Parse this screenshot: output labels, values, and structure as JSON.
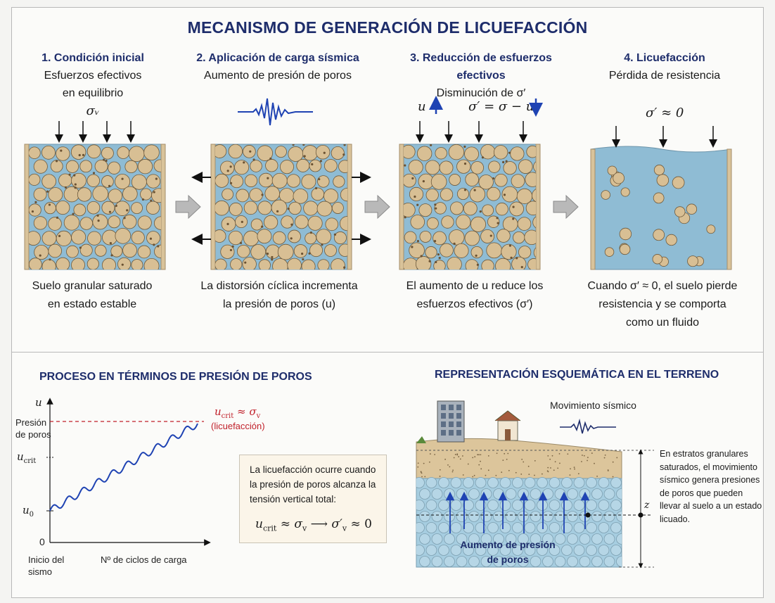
{
  "title": "MECANISMO DE GENERACIÓN DE LICUEFACCIÓN",
  "steps": [
    {
      "heading": "1. Condición inicial",
      "line1": "Esfuerzos efectivos",
      "line2": "en equilibrio",
      "symbol": "σᵥ",
      "caption1": "Suelo granular saturado",
      "caption2": "en estado estable"
    },
    {
      "heading": "2. Aplicación de carga sísmica",
      "line1": "Aumento de presión de poros",
      "caption1": "La distorsión cíclica incrementa",
      "caption2": "la presión de poros (u)"
    },
    {
      "heading": "3. Reducción de esfuerzos efectivos",
      "line1": "Disminución de σ′",
      "sym_u": "u",
      "sym_eq": "σ′ = σ − u",
      "caption1": "El aumento de u reduce los",
      "caption2": "esfuerzos efectivos (σ′)"
    },
    {
      "heading": "4. Licuefacción",
      "line1": "Pérdida de resistencia",
      "symbol": "σ′ ≈ 0",
      "caption1": "Cuando σ′ ≈ 0, el suelo pierde",
      "caption2": "resistencia y se comporta",
      "caption3": "como un fluido"
    }
  ],
  "graph": {
    "section_title": "PROCESO EN TÉRMINOS DE PRESIÓN DE POROS",
    "y_axis_symbol": "u",
    "y_label_1": "Presión",
    "y_label_2": "de poros",
    "u_crit": "ucrit",
    "u_crit_sub": "crit",
    "u_zero": "u",
    "u_zero_sub": "0",
    "zero": "0",
    "x_label_start_1": "Inicio del",
    "x_label_start_2": "sismo",
    "x_label": "Nº de ciclos de carga",
    "crit_eq_main": "u",
    "crit_eq_sub": "crit",
    "crit_eq_rest": " ≈ σ",
    "crit_eq_sub2": "v",
    "crit_note": "(licuefacción)"
  },
  "note": {
    "text": "La licuefacción ocurre cuando la presión de poros alcanza la tensión vertical total:",
    "eq_u": "u",
    "eq_sub": "crit",
    "eq_mid": " ≈ σ",
    "eq_sub2": "v",
    "eq_arrow": "⟶",
    "eq_end": "σ′",
    "eq_end_sub": "v",
    "eq_end_rest": " ≈ 0"
  },
  "terrain": {
    "section_title": "REPRESENTACIÓN ESQUEMÁTICA EN EL TERRENO",
    "motion_label": "Movimiento sísmico",
    "pressure_label_1": "Aumento de presión",
    "pressure_label_2": "de poros",
    "depth_symbol": "z",
    "side_text": "En estratos granulares saturados, el movimiento sísmico genera presiones de poros que pueden llevar al suelo a un estado licuado."
  },
  "colors": {
    "title": "#1e2d6b",
    "water": "#8fbcd4",
    "grain": "#d8bf94",
    "crit_line": "#c0202a",
    "curve": "#1f43b3",
    "arrow_blue": "#1f43b3"
  }
}
